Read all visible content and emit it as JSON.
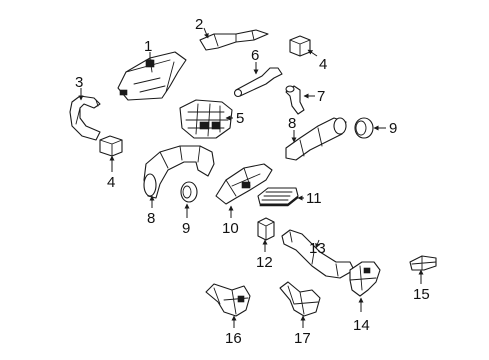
{
  "callouts": [
    "1",
    "2",
    "3",
    "4",
    "4",
    "5",
    "6",
    "7",
    "8",
    "8",
    "9",
    "9",
    "10",
    "11",
    "12",
    "13",
    "14",
    "15",
    "16",
    "17"
  ],
  "colors": {
    "line": "#1a1a1a",
    "background": "#ffffff"
  }
}
